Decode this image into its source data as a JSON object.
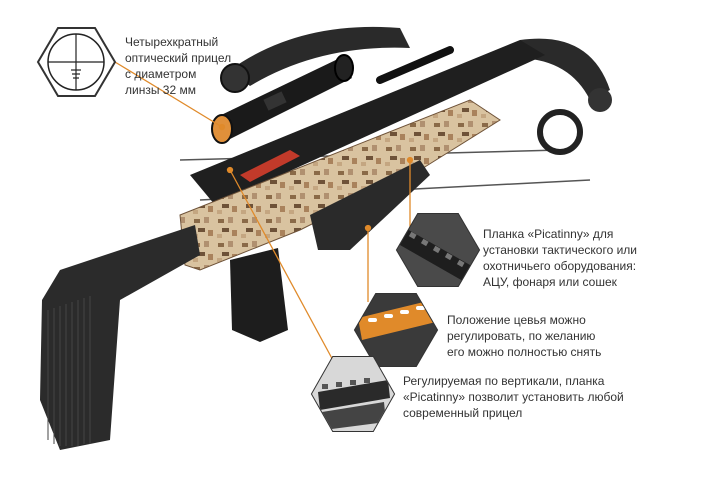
{
  "callouts": {
    "scope": {
      "line1": "Четырехкратный",
      "line2": "оптический прицел",
      "line3": "с диаметром",
      "line4": "линзы 32 мм"
    },
    "picatinny": {
      "line1": "Планка «Picatinny» для",
      "line2": "установки тактического или",
      "line3": "охотничьего оборудования:",
      "line4": "АЦУ, фонаря или сошек"
    },
    "foregrip": {
      "line1": "Положение цевья можно",
      "line2": "регулировать, по желанию",
      "line3": "его можно полностью снять"
    },
    "riser": {
      "line1": "Регулируемая по вертикали, планка",
      "line2": "«Picatinny» позволит установить любой",
      "line3": "современный прицел"
    }
  },
  "colors": {
    "leader_line": "#e08a2a",
    "text": "#333333",
    "hex_frame": "#333333",
    "camo_light": "#d9c3a0",
    "camo_dark": "#8a6a48",
    "body_black": "#2a2a2a"
  },
  "icons": [
    "scope-reticle-icon",
    "picatinny-rail-detail",
    "foregrip-detail",
    "riser-rail-detail",
    "crossbow-illustration"
  ]
}
